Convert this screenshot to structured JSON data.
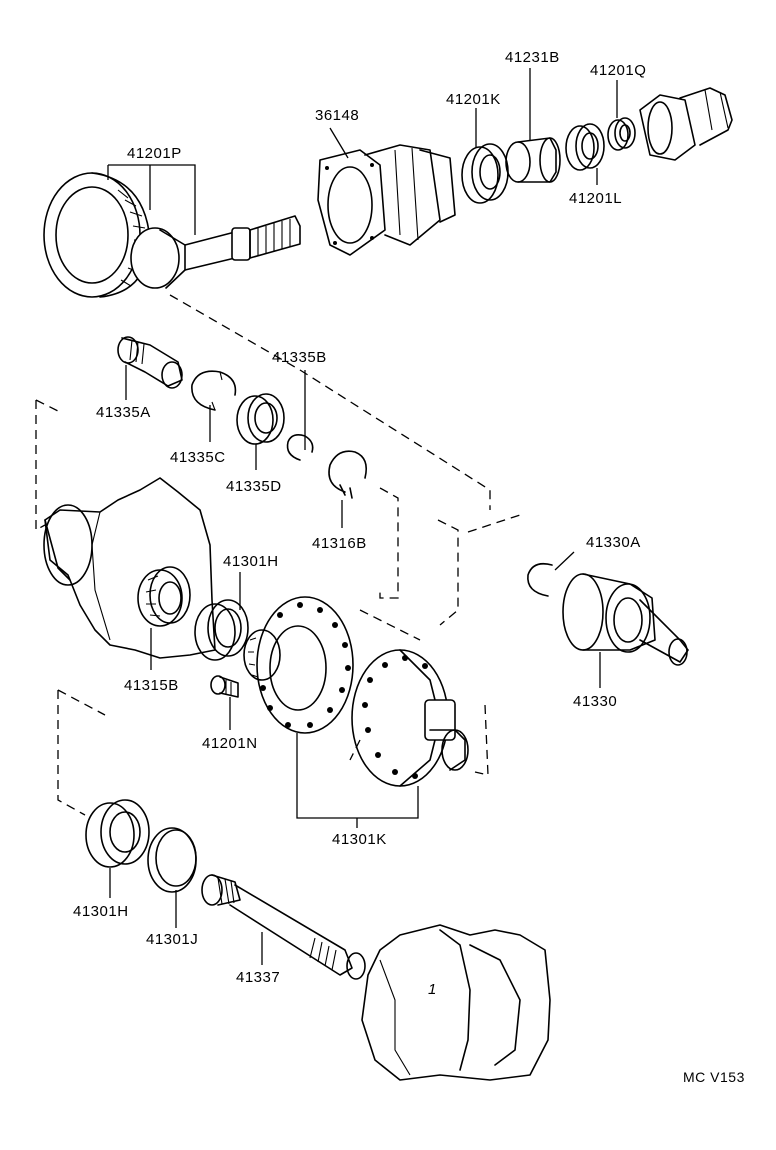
{
  "reference_code": "MC V153",
  "part_labels": {
    "p41201P": "41201P",
    "p36148": "36148",
    "p41201K": "41201K",
    "p41231B": "41231B",
    "p41201Q": "41201Q",
    "p41201L": "41201L",
    "p41335B": "41335B",
    "p41335A": "41335A",
    "p41335C": "41335C",
    "p41335D": "41335D",
    "p41316B": "41316B",
    "p41301H_top": "41301H",
    "p41330A": "41330A",
    "p41315B": "41315B",
    "p41201N": "41201N",
    "p41330": "41330",
    "p41301K": "41301K",
    "p41301H_bottom": "41301H",
    "p41301J": "41301J",
    "p41337": "41337",
    "p1": "1"
  }
}
